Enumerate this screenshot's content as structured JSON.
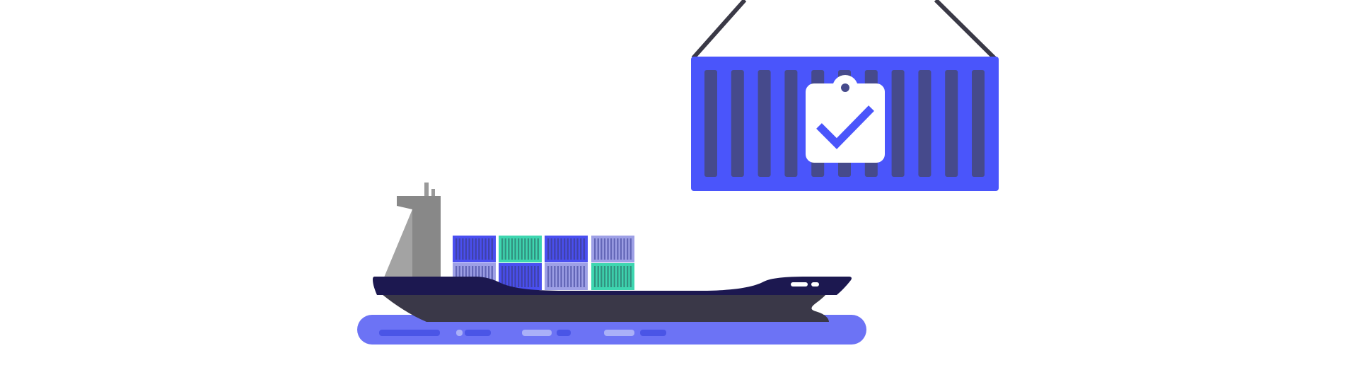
{
  "illustration": {
    "subject": "cargo-ship-with-hanging-inspected-container",
    "icon": "clipboard-check-icon",
    "colors": {
      "background": "#ffffff",
      "brand_blue": "#4a55fb",
      "stripe_dark": "#464a8c",
      "cable": "#3a3946",
      "water": "#6c73f5",
      "water_dash_dark": "#4a55e6",
      "water_dash_light": "#aab0f8",
      "hull_top": "#1c1850",
      "hull_bottom": "#3a3848",
      "superstructure": "#888888",
      "superstructure_light": "#a3a3a3",
      "container_blue": "#4a4ff0",
      "container_teal": "#3ed6b0",
      "container_lavender": "#9ea0e6",
      "clipboard": "#ffffff"
    },
    "container_stack": {
      "top_row": [
        "blue",
        "teal",
        "blue",
        "lavender"
      ],
      "bottom_row": [
        "lavender",
        "blue",
        "lavender",
        "teal"
      ]
    }
  }
}
